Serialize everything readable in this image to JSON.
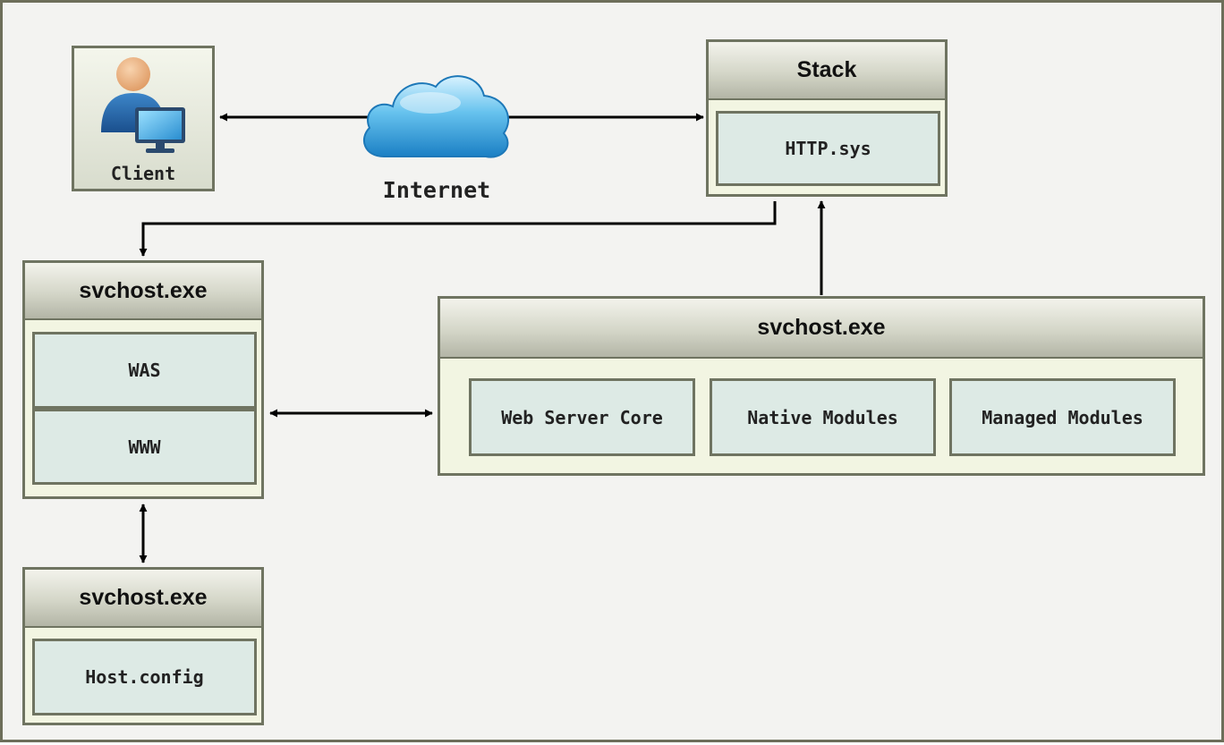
{
  "client": {
    "label": "Client",
    "icon": "user-computer-icon"
  },
  "internet": {
    "label": "Internet",
    "icon": "cloud-icon"
  },
  "stack": {
    "title": "Stack",
    "component": "HTTP.sys"
  },
  "svchost_was": {
    "title": "svchost.exe",
    "components": [
      "WAS",
      "WWW"
    ]
  },
  "svchost_worker": {
    "title": "svchost.exe",
    "components": [
      "Web Server Core",
      "Native Modules",
      "Managed Modules"
    ]
  },
  "svchost_config": {
    "title": "svchost.exe",
    "component": "Host.config"
  },
  "colors": {
    "border": "#6f7461",
    "box_fill": "#f2f5e2",
    "inner_fill": "#ddeae5",
    "cloud": "#3da3dd",
    "arrow": "#000000"
  }
}
